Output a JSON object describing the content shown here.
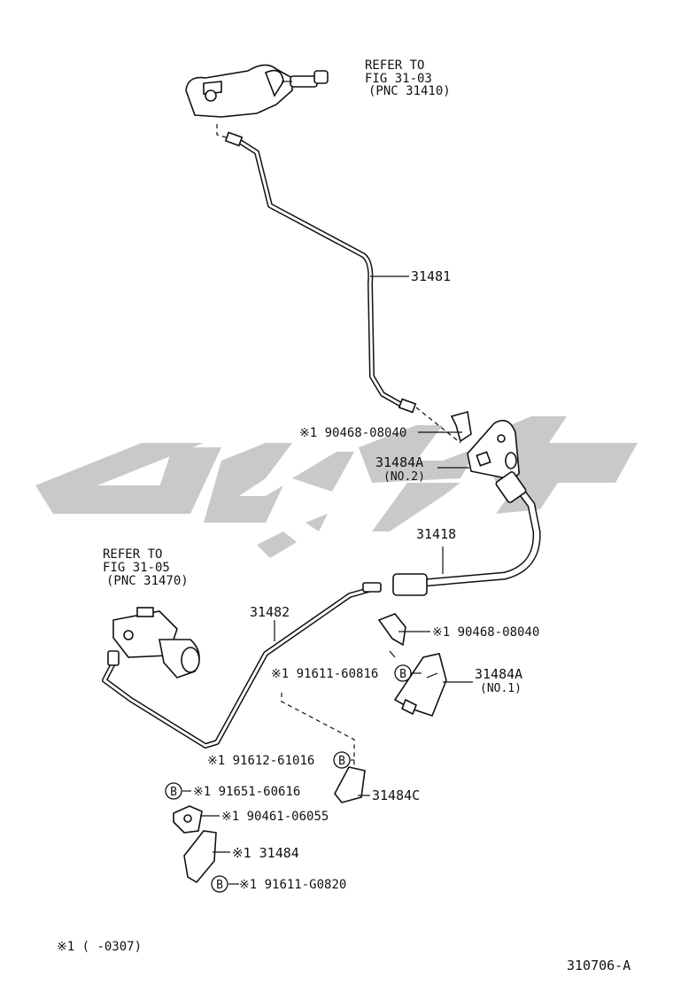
{
  "refs": {
    "top": {
      "line1": "REFER TO",
      "line2": "FIG 31-03",
      "line3": "(PNC 31410)"
    },
    "left": {
      "line1": "REFER TO",
      "line2": "FIG 31-05",
      "line3": "(PNC 31470)"
    }
  },
  "parts": {
    "p31481": "31481",
    "clip_a": "※1 90468-08040",
    "p31484A_no2": "31484A",
    "p31484A_no2_note": "(NO.2)",
    "p31418": "31418",
    "p31482": "31482",
    "clip_b": "※1  90468-08040",
    "bolt_91611_60816": "※1 91611-60816",
    "p31484A_no1": "31484A",
    "p31484A_no1_note": "(NO.1)",
    "bolt_91612_61016": "※1 91612-61016",
    "p31484C": "31484C",
    "bolt_91651_60616": "※1 91651-60616",
    "nut_90461_06055": "※1 90461-06055",
    "p31484": "※1  31484",
    "bolt_91611_G0820": "※1 91611-G0820",
    "marker_b": "B"
  },
  "footnote": "※1 (      -0307)",
  "figure_id": "310706-A",
  "colors": {
    "line": "#111111",
    "watermark": "#c9c9c9",
    "background": "#ffffff"
  }
}
